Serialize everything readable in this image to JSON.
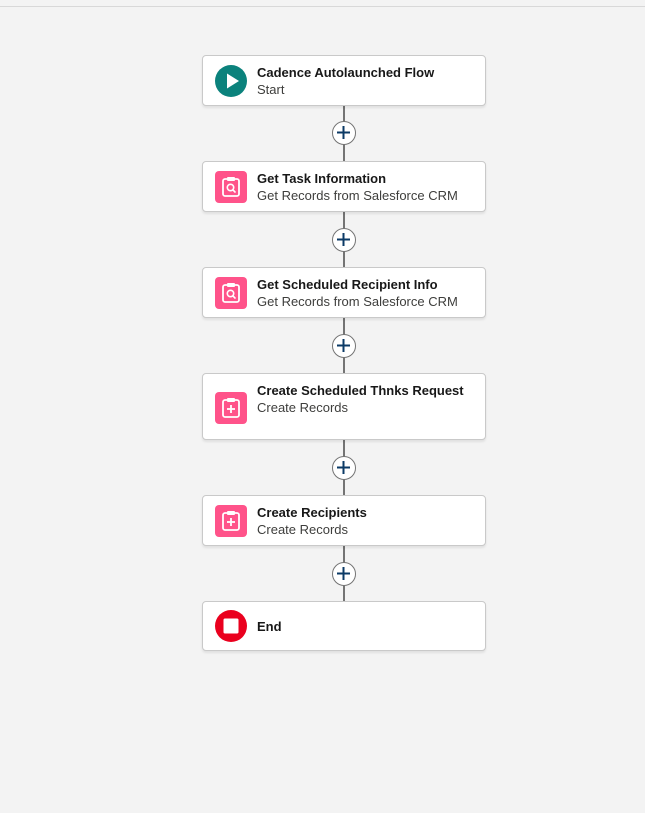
{
  "flow": {
    "nodes": [
      {
        "title": "Cadence Autolaunched Flow",
        "subtitle": "Start",
        "icon": "play-icon",
        "color": "#0b827c"
      },
      {
        "title": "Get Task Information",
        "subtitle": "Get Records from Salesforce CRM",
        "icon": "get-records-icon",
        "color": "#ff538a"
      },
      {
        "title": "Get Scheduled Recipient Info",
        "subtitle": "Get Records from Salesforce CRM",
        "icon": "get-records-icon",
        "color": "#ff538a"
      },
      {
        "title": "Create Scheduled Thnks Request",
        "subtitle": "Create Records",
        "icon": "create-records-icon",
        "color": "#ff538a"
      },
      {
        "title": "Create Recipients",
        "subtitle": "Create Records",
        "icon": "create-records-icon",
        "color": "#ff538a"
      },
      {
        "title": "End",
        "subtitle": "",
        "icon": "stop-icon",
        "color": "#ea001e"
      }
    ],
    "add_element_icon": "add-icon"
  }
}
